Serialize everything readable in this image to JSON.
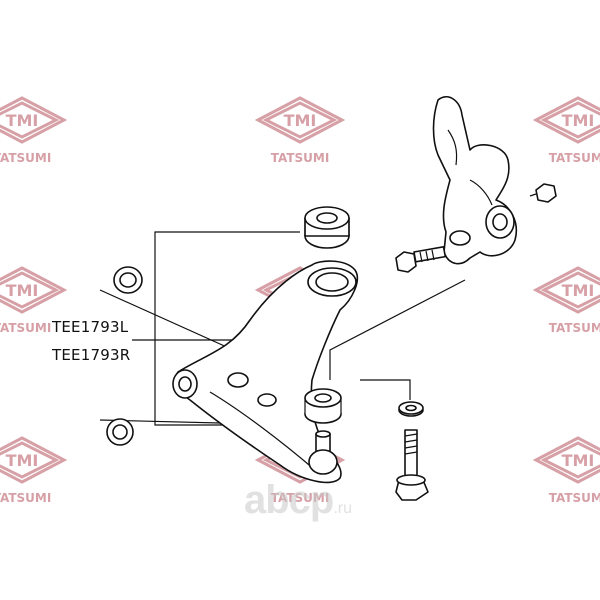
{
  "watermark": {
    "logo_text": "TMI",
    "brand_text": "TATSUMI",
    "color": "#d6a0a6"
  },
  "part_numbers": {
    "left": "TEE1793L",
    "right": "TEE1793R"
  },
  "site_watermark": {
    "name": "аbcp",
    "tld": ".ru"
  }
}
